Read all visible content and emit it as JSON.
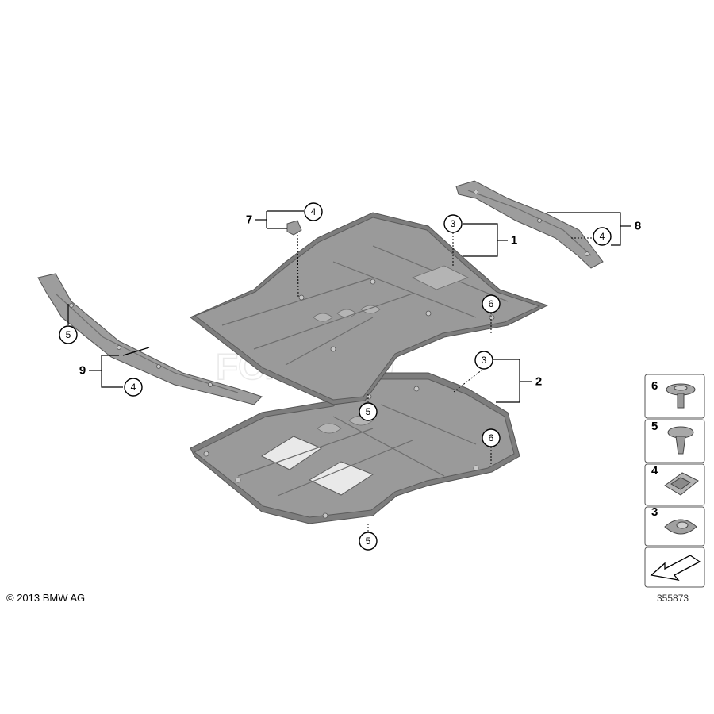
{
  "copyright": "© 2013 BMW AG",
  "diagram_id": "355873",
  "watermark": "FCPEURO",
  "part_labels": {
    "p1": "1",
    "p2": "2",
    "p7": "7",
    "p8": "8",
    "p9": "9"
  },
  "callouts": {
    "c3a": "3",
    "c3b": "3",
    "c4a": "4",
    "c4b": "4",
    "c4c": "4",
    "c5a": "5",
    "c5b": "5",
    "c5c": "5",
    "c6a": "6",
    "c6b": "6"
  },
  "legend": [
    "6",
    "5",
    "4",
    "3"
  ]
}
